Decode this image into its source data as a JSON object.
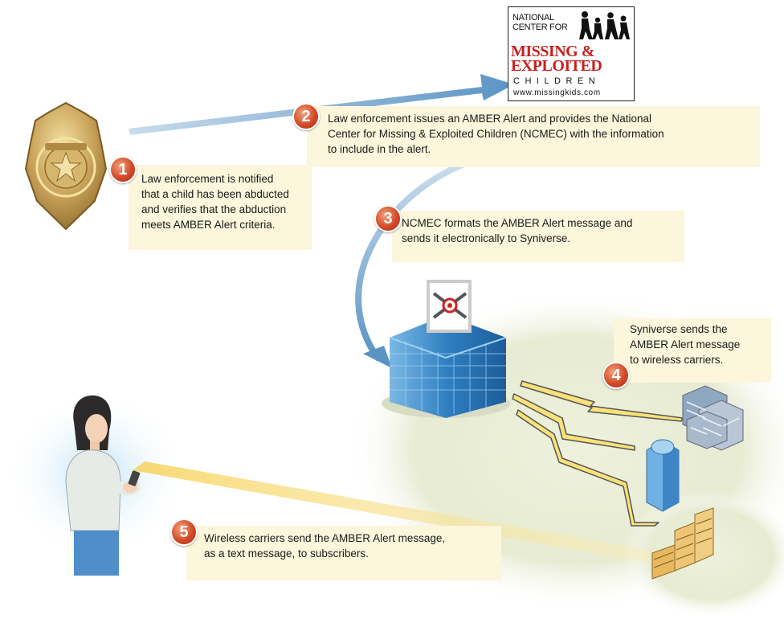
{
  "logo": {
    "line1": "NATIONAL",
    "line2": "CENTER FOR",
    "line3": "MISSING &",
    "line4": "EXPLOITED",
    "line5": "CHILDREN",
    "url": "www.missingkids.com",
    "accent": "#c8201e",
    "icon": "family-silhouette-icon"
  },
  "steps": [
    {
      "number": "1",
      "text": "Law enforcement is notified\nthat a child has been abducted\nand verifies that the abduction\nmeets AMBER Alert criteria."
    },
    {
      "number": "2",
      "text": "Law enforcement issues an AMBER Alert and provides the National\nCenter for Missing & Exploited Children (NCMEC) with the information\nto include in the alert."
    },
    {
      "number": "3",
      "text": "NCMEC formats the AMBER Alert message and\nsends it electronically to Syniverse."
    },
    {
      "number": "4",
      "text": "Syniverse sends the\nAMBER Alert message\nto wireless carriers."
    },
    {
      "number": "5",
      "text": "Wireless carriers send the AMBER Alert message,\nas a text message, to subscribers."
    }
  ],
  "colors": {
    "note_background": "#fbf6dc",
    "step_badge": "#d24a27",
    "arrow": "#6f9fc6",
    "building": "#3b86c6",
    "beam": "#f7d96a"
  },
  "icons": [
    "police-badge-icon",
    "syniverse-building-icon",
    "carrier-building-icon",
    "woman-with-phone-icon",
    "lightning-signal-icon"
  ]
}
